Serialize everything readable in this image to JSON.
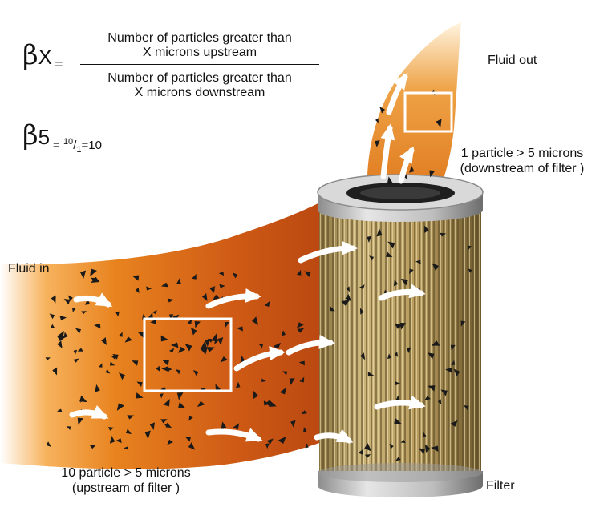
{
  "formula": {
    "beta_symbol": "β",
    "subscript_x": "X",
    "equals": "=",
    "numerator_line1": "Number of particles greater than",
    "numerator_line2": "X microns upstream",
    "denominator_line1": "Number of particles greater than",
    "denominator_line2": "X microns downstream"
  },
  "example": {
    "beta_symbol": "β",
    "subscript": "5",
    "expression_eq": "=",
    "numerator": "10",
    "slash": "/",
    "denominator": "1",
    "result": "=10"
  },
  "labels": {
    "fluid_out": "Fluid out",
    "fluid_in": "Fluid in",
    "downstream_line1": "1 particle > 5 microns",
    "downstream_line2": "(downstream of filter )",
    "upstream_line1": "10 particle > 5 microns",
    "upstream_line2": "(upstream of filter )",
    "filter": "Filter"
  },
  "colors": {
    "fluid_dark": "#c4470e",
    "fluid_mid": "#e4791c",
    "fluid_light": "#f6b552",
    "filter_media": "#c9b078",
    "filter_cap": "#c8c8c8",
    "highlight_box": "#ffffff"
  }
}
